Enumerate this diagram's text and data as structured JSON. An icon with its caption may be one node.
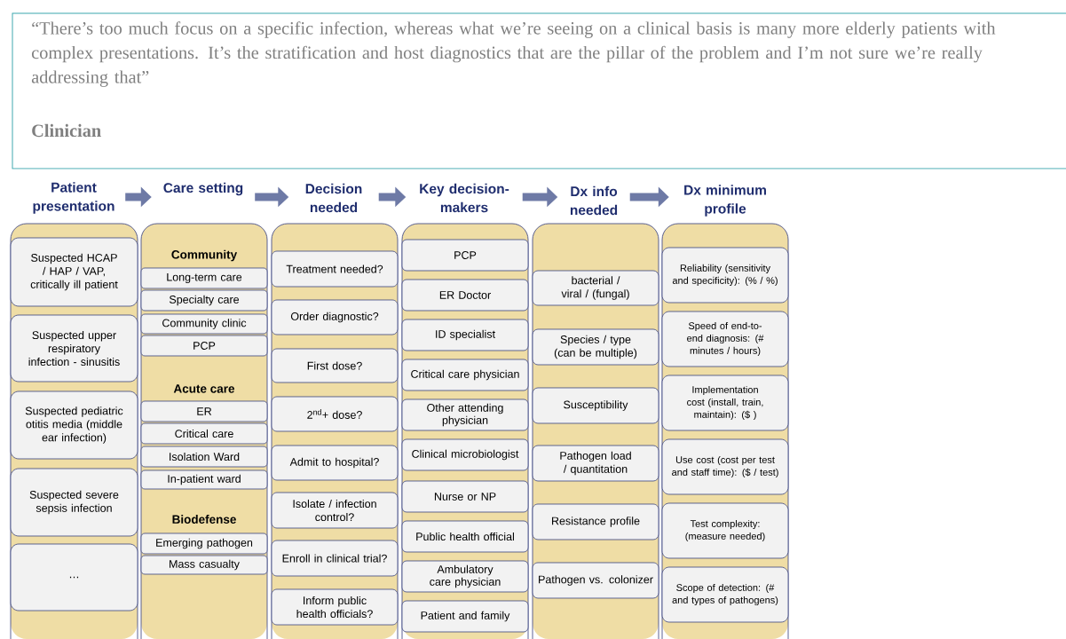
{
  "diagram": {
    "nodes": [
      {
        "text": [
          "“There’s too much focus on a specific infection, whereas what we’re seeing on a clinical basis is many more elderly patients with complex presentations. It’s the stratification and host diagnostics that are the pillar of the problem and I’m not sure we’re really addressing that”",
          "Clinician"
        ]
      },
      {
        "text": [
          "Patient presentation"
        ]
      },
      {
        "text": [
          "Suspected HCAP / HAP / VAP, critically ill patient"
        ],
        "in": 1
      },
      {
        "text": [
          "Suspected upper respiratory infection - sinusitis"
        ],
        "in": 1
      },
      {
        "text": [
          "Suspected pediatric otitis media (middle ear infection)"
        ],
        "in": 1
      },
      {
        "text": [
          "Suspected severe sepsis infection"
        ],
        "in": 1
      },
      {
        "text": [
          "…"
        ],
        "in": 1
      },
      {
        "text": [
          "Care setting",
          "Community",
          "Acute care",
          "Biodefense"
        ]
      },
      {
        "text": [
          "Long-term care"
        ],
        "in": 7
      },
      {
        "text": [
          "Specialty care"
        ],
        "in": 7
      },
      {
        "text": [
          "Community clinic"
        ],
        "in": 7
      },
      {
        "text": [
          "PCP"
        ],
        "in": 7
      },
      {
        "text": [
          "ER"
        ],
        "in": 7
      },
      {
        "text": [
          "Critical care"
        ],
        "in": 7
      },
      {
        "text": [
          "Isolation Ward"
        ],
        "in": 7
      },
      {
        "text": [
          "In-patient ward"
        ],
        "in": 7
      },
      {
        "text": [
          "Emerging pathogen"
        ],
        "in": 7
      },
      {
        "text": [
          "Mass casualty"
        ],
        "in": 7
      },
      {
        "text": [
          "Decision needed"
        ]
      },
      {
        "text": [
          "Treatment needed?"
        ],
        "in": 18
      },
      {
        "text": [
          "Order diagnostic?"
        ],
        "in": 18
      },
      {
        "text": [
          "First dose?"
        ],
        "in": 18
      },
      {
        "text": [
          "2$^{nd}$+ dose?"
        ],
        "in": 18
      },
      {
        "text": [
          "Admit to hospital?"
        ],
        "in": 18
      },
      {
        "text": [
          "Isolate / infection control?"
        ],
        "in": 18
      },
      {
        "text": [
          "Enroll in clinical trial?"
        ],
        "in": 18
      },
      {
        "text": [
          "Inform public health officials?"
        ],
        "in": 18
      },
      {
        "text": [
          "Key decision-makers"
        ]
      },
      {
        "text": [
          "PCP"
        ],
        "in": 27
      },
      {
        "text": [
          "ER Doctor"
        ],
        "in": 27
      },
      {
        "text": [
          "ID specialist"
        ],
        "in": 27
      },
      {
        "text": [
          "Critical care physician"
        ],
        "in": 27
      },
      {
        "text": [
          "Other attending physician"
        ],
        "in": 27
      },
      {
        "text": [
          "Clinical microbiologist"
        ],
        "in": 27
      },
      {
        "text": [
          "Nurse or NP"
        ],
        "in": 27
      },
      {
        "text": [
          "Public health official"
        ],
        "in": 27
      },
      {
        "text": [
          "Ambulatory care physician"
        ],
        "in": 27
      },
      {
        "text": [
          "Patient and family"
        ],
        "in": 27
      },
      {
        "text": [
          "Dx info needed"
        ]
      },
      {
        "text": [
          "bacterial / viral / (fungal)"
        ],
        "in": 38
      },
      {
        "text": [
          "Species / type (can be multiple)"
        ],
        "in": 38
      },
      {
        "text": [
          "Susceptibility"
        ],
        "in": 38
      },
      {
        "text": [
          "Pathogen load / quantitation"
        ],
        "in": 38
      },
      {
        "text": [
          "Resistance profile"
        ],
        "in": 38
      },
      {
        "text": [
          "Pathogen vs. colonizer"
        ],
        "in": 38
      },
      {
        "text": [
          "Dx minimum profile"
        ]
      },
      {
        "text": [
          "Reliability (sensitivity and specificity): (% / %)"
        ],
        "in": 45
      },
      {
        "text": [
          "Speed of end-to-end diagnosis: (# minutes / hours)"
        ],
        "in": 45
      },
      {
        "text": [
          "Implementation cost (install, train, maintain): ($ )"
        ],
        "in": 45
      },
      {
        "text": [
          "Use cost (cost per test and staff time): ($ / test)"
        ],
        "in": 45
      },
      {
        "text": [
          "Test complexity: (measure needed)"
        ],
        "in": 45
      },
      {
        "text": [
          "Scope of detection: (# and types of pathogens)"
        ],
        "in": 45
      }
    ],
    "edges": [
      {
        "from": 1,
        "to": 7,
        "arrow": "to"
      },
      {
        "from": 7,
        "to": 18,
        "arrow": "to"
      },
      {
        "from": 18,
        "to": 27,
        "arrow": "to"
      },
      {
        "from": 27,
        "to": 38,
        "arrow": "to"
      },
      {
        "from": 38,
        "to": 45,
        "arrow": "to"
      }
    ]
  }
}
